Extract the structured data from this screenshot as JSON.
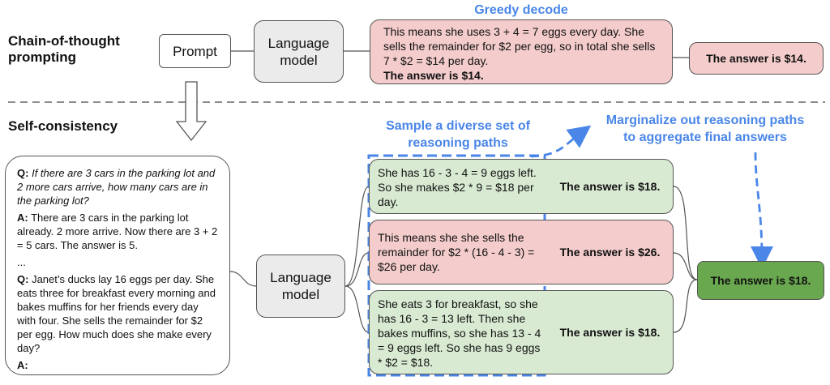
{
  "sections": {
    "cot_label": "Chain-of-thought\nprompting",
    "sc_label": "Self-consistency"
  },
  "top": {
    "prompt_label": "Prompt",
    "lm_label": "Language\nmodel",
    "greedy_title": "Greedy decode",
    "greedy_text": "This means she uses 3 + 4 = 7 eggs every day. She sells the remainder for $2 per egg, so in total she sells 7 * $2 = $14 per day.",
    "greedy_bold": "The answer is $14.",
    "answer": "The answer is $14."
  },
  "bottom": {
    "sample_title": "Sample a diverse set of\nreasoning paths",
    "marginalize_title": "Marginalize out reasoning paths\nto aggregate final answers",
    "lm_label": "Language\nmodel",
    "question": {
      "q1_label": "Q:",
      "q1_text": "If there are 3 cars in the parking lot and 2 more cars arrive, how many cars are in the parking lot?",
      "a1_label": "A:",
      "a1_text": "There are 3 cars in the parking lot already. 2 more arrive. Now there are 3 + 2 = 5 cars. The answer is 5.",
      "ellipsis": "...",
      "q2_label": "Q:",
      "q2_text": "Janet’s ducks lay 16 eggs per day. She eats three for breakfast every morning and bakes muffins for her friends every day with four. She sells the remainder for $2 per egg. How much does she make every day?",
      "a2_label": "A:"
    },
    "paths": [
      {
        "text": "She has 16 - 3 - 4 = 9 eggs left. So she makes $2 * 9 = $18 per day.",
        "answer": "The answer is $18.",
        "color": "#d9ead3"
      },
      {
        "text": "This means she she sells the remainder for $2 * (16 - 4 - 3) = $26 per day.",
        "answer": "The answer is $26.",
        "color": "#f4cccc"
      },
      {
        "text": "She eats 3 for breakfast, so she has 16 - 3 = 13 left. Then she bakes muffins, so she has 13 - 4 = 9 eggs left. So she has 9 eggs * $2 = $18.",
        "answer": "The answer is $18.",
        "color": "#d9ead3"
      }
    ],
    "final_answer": "The answer is $18."
  },
  "colors": {
    "accent_blue": "#4a86e8",
    "pink": "#f4cccc",
    "light_green": "#d9ead3",
    "dark_green": "#6aa84f"
  }
}
